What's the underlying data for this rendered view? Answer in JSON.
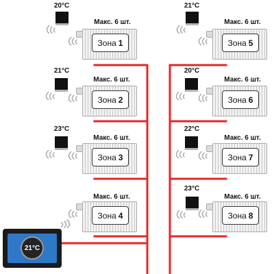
{
  "diagram": {
    "controller": {
      "temp": "21°C"
    },
    "max_caption": "Макс. 6 шт.",
    "zone_word": "Зона",
    "colors": {
      "pipe": "#e3262b",
      "controller_screen": "#2f78c8",
      "sensor": "#111111"
    },
    "zones": [
      {
        "num": "1",
        "temp": "20°C"
      },
      {
        "num": "2",
        "temp": "21°C"
      },
      {
        "num": "3",
        "temp": "23°C"
      },
      {
        "num": "4",
        "temp": ""
      },
      {
        "num": "5",
        "temp": "21°C"
      },
      {
        "num": "6",
        "temp": "20°C"
      },
      {
        "num": "7",
        "temp": "22°C"
      },
      {
        "num": "8",
        "temp": "23°C"
      }
    ]
  }
}
